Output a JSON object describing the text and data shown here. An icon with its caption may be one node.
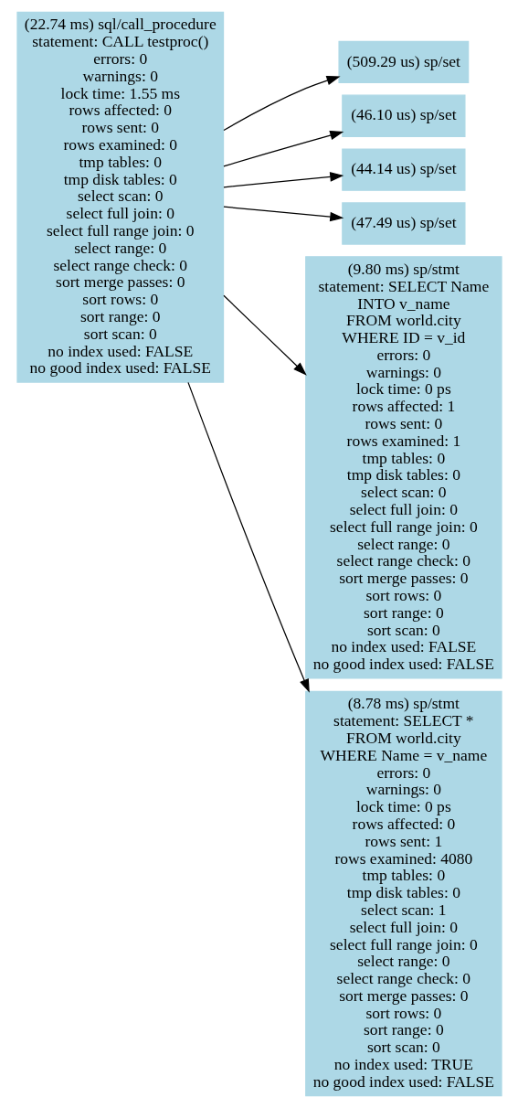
{
  "diagram": {
    "nodes": [
      {
        "text": [
          "(22.74 ms) sql/call_procedure",
          "statement: CALL testproc()",
          "errors: 0",
          "warnings: 0",
          "lock time: 1.55 ms",
          "rows affected: 0",
          "rows sent: 0",
          "rows examined: 0",
          "tmp tables: 0",
          "tmp disk tables: 0",
          "select scan: 0",
          "select full join: 0",
          "select full range join: 0",
          "select range: 0",
          "select range check: 0",
          "sort merge passes: 0",
          "sort rows: 0",
          "sort range: 0",
          "sort scan: 0",
          "no index used: FALSE",
          "no good index used: FALSE"
        ]
      },
      {
        "text": [
          "(509.29 us) sp/set"
        ]
      },
      {
        "text": [
          "(46.10 us) sp/set"
        ]
      },
      {
        "text": [
          "(44.14 us) sp/set"
        ]
      },
      {
        "text": [
          "(47.49 us) sp/set"
        ]
      },
      {
        "text": [
          "(9.80 ms) sp/stmt",
          "statement: SELECT Name",
          "INTO v_name",
          "FROM world.city",
          "WHERE ID = v_id",
          "errors: 0",
          "warnings: 0",
          "lock time: 0 ps",
          "rows affected: 1",
          "rows sent: 0",
          "rows examined: 1",
          "tmp tables: 0",
          "tmp disk tables: 0",
          "select scan: 0",
          "select full join: 0",
          "select full range join: 0",
          "select range: 0",
          "select range check: 0",
          "sort merge passes: 0",
          "sort rows: 0",
          "sort range: 0",
          "sort scan: 0",
          "no index used: FALSE",
          "no good index used: FALSE"
        ]
      },
      {
        "text": [
          "(8.78 ms) sp/stmt",
          "statement: SELECT *",
          "FROM world.city",
          "WHERE Name = v_name",
          "errors: 0",
          "warnings: 0",
          "lock time: 0 ps",
          "rows affected: 0",
          "rows sent: 1",
          "rows examined: 4080",
          "tmp tables: 0",
          "tmp disk tables: 0",
          "select scan: 1",
          "select full join: 0",
          "select full range join: 0",
          "select range: 0",
          "select range check: 0",
          "sort merge passes: 0",
          "sort rows: 0",
          "sort range: 0",
          "sort scan: 0",
          "no index used: TRUE",
          "no good index used: FALSE"
        ]
      }
    ],
    "edges": [
      {
        "from": 0,
        "to": 1,
        "arrow": "to"
      },
      {
        "from": 0,
        "to": 2,
        "arrow": "to"
      },
      {
        "from": 0,
        "to": 3,
        "arrow": "to"
      },
      {
        "from": 0,
        "to": 4,
        "arrow": "to"
      },
      {
        "from": 0,
        "to": 5,
        "arrow": "to"
      },
      {
        "from": 0,
        "to": 6,
        "arrow": "to"
      }
    ]
  }
}
